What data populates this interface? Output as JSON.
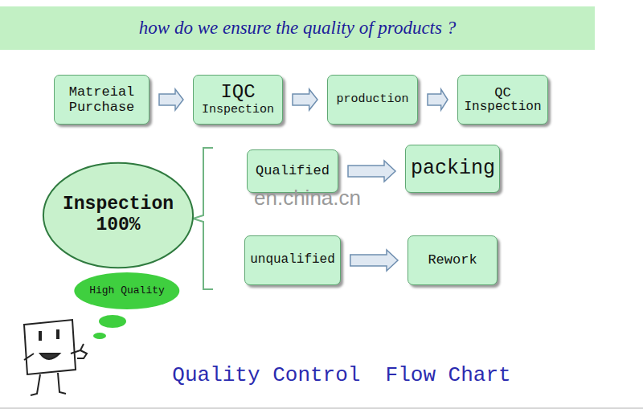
{
  "diagram": {
    "title": "how do we ensure the quality of products ?",
    "caption": "Quality Control  Flow Chart",
    "nodes": [
      {
        "text": [
          "Matreial Purchase"
        ]
      },
      {
        "text": [
          "IQC",
          "Inspection"
        ]
      },
      {
        "text": [
          "production"
        ]
      },
      {
        "text": [
          "QC",
          "Inspection"
        ]
      },
      {
        "text": [
          "Inspection 100%"
        ]
      },
      {
        "text": [
          "Qualified"
        ]
      },
      {
        "text": [
          "packing"
        ]
      },
      {
        "text": [
          "unqualified"
        ]
      },
      {
        "text": [
          "Rework"
        ]
      },
      {
        "text": [
          "High Quality"
        ]
      }
    ],
    "edges": [
      {
        "from": 0,
        "to": 1,
        "arrow": "to"
      },
      {
        "from": 1,
        "to": 2,
        "arrow": "to"
      },
      {
        "from": 2,
        "to": 3,
        "arrow": "to"
      },
      {
        "from": 5,
        "to": 6,
        "arrow": "to"
      },
      {
        "from": 7,
        "to": 8,
        "arrow": "to"
      }
    ],
    "labels": [
      "en.china.cn"
    ]
  }
}
